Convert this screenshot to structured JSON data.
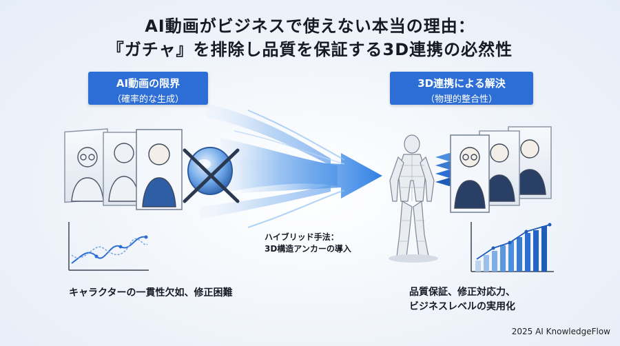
{
  "title": {
    "line1": "AI動画がビジネスで使えない本当の理由：",
    "line2": "『ガチャ』を排除し品質を保証する3D連携の必然性"
  },
  "left": {
    "heading": "AI動画の限界",
    "subheading": "（確率的な生成）",
    "caption": "キャラクターの一貫性欠如、修正困難"
  },
  "right": {
    "heading": "3D連携による解決",
    "subheading": "（物理的整合性）",
    "caption_line1": "品質保証、修正対応力、",
    "caption_line2": "ビジネスレベルの実用化"
  },
  "center": {
    "label_line1": "ハイブリッド手法：",
    "label_line2": "3D構造アンカーの導入"
  },
  "footer": "2025 AI KnowledgeFlow",
  "colors": {
    "accent": "#2c6ed5",
    "arrow": "#3f8ee8",
    "cross": "#2a3850"
  },
  "icons": [
    "person-portrait-icon",
    "crystal-ball-icon",
    "cross-mark-icon",
    "wireframe-figure-icon",
    "line-chart-icon",
    "bar-chart-icon"
  ]
}
